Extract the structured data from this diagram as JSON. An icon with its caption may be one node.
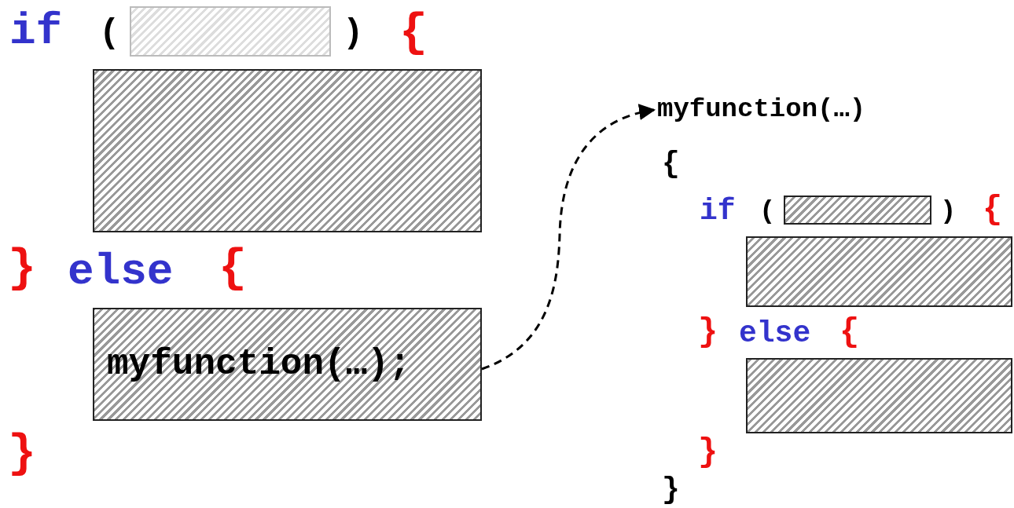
{
  "diagram": {
    "nodes": [
      {
        "text": [],
        "shape": "box"
      },
      {
        "text": [],
        "shape": "box"
      },
      {
        "text": [
          "myfunction(…);"
        ]
      },
      {
        "text": [
          "myfunction(…)"
        ]
      },
      {
        "text": [],
        "shape": "box"
      },
      {
        "text": [],
        "shape": "box"
      },
      {
        "text": [],
        "shape": "box"
      }
    ],
    "edges": [
      {
        "from": 2,
        "to": 3,
        "arrow": "to",
        "style": "dashed"
      }
    ],
    "labels": [
      "if",
      "(",
      ")",
      "{",
      "}",
      "else",
      "{",
      "}",
      "{",
      "if",
      "(",
      ")",
      "{",
      "}",
      "else",
      "{",
      "}",
      "}"
    ]
  }
}
